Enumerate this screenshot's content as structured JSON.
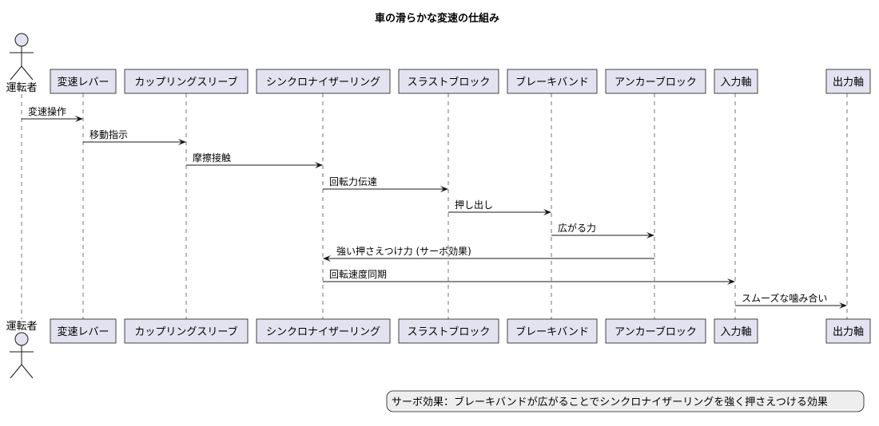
{
  "title": "車の滑らかな変速の仕組み",
  "participants": [
    {
      "id": "driver",
      "label": "運転者",
      "kind": "actor"
    },
    {
      "id": "lever",
      "label": "変速レバー",
      "kind": "box"
    },
    {
      "id": "sleeve",
      "label": "カップリングスリーブ",
      "kind": "box"
    },
    {
      "id": "syncro",
      "label": "シンクロナイザーリング",
      "kind": "box"
    },
    {
      "id": "thrust",
      "label": "スラストブロック",
      "kind": "box"
    },
    {
      "id": "band",
      "label": "ブレーキバンド",
      "kind": "box"
    },
    {
      "id": "anchor",
      "label": "アンカーブロック",
      "kind": "box"
    },
    {
      "id": "input",
      "label": "入力軸",
      "kind": "box"
    },
    {
      "id": "output",
      "label": "出力軸",
      "kind": "box"
    }
  ],
  "messages": [
    {
      "from": "driver",
      "to": "lever",
      "label": "変速操作"
    },
    {
      "from": "lever",
      "to": "sleeve",
      "label": "移動指示"
    },
    {
      "from": "sleeve",
      "to": "syncro",
      "label": "摩擦接触"
    },
    {
      "from": "syncro",
      "to": "thrust",
      "label": "回転力伝達"
    },
    {
      "from": "thrust",
      "to": "band",
      "label": "押し出し"
    },
    {
      "from": "band",
      "to": "anchor",
      "label": "広がる力"
    },
    {
      "from": "anchor",
      "to": "syncro",
      "label": "強い押さえつけ力 (サーボ効果)"
    },
    {
      "from": "syncro",
      "to": "input",
      "label": "回転速度同期"
    },
    {
      "from": "input",
      "to": "output",
      "label": "スムーズな噛み合い"
    }
  ],
  "note": {
    "text": "サーボ効果：ブレーキバンドが広がることでシンクロナイザーリングを強く押さえつける効果"
  }
}
